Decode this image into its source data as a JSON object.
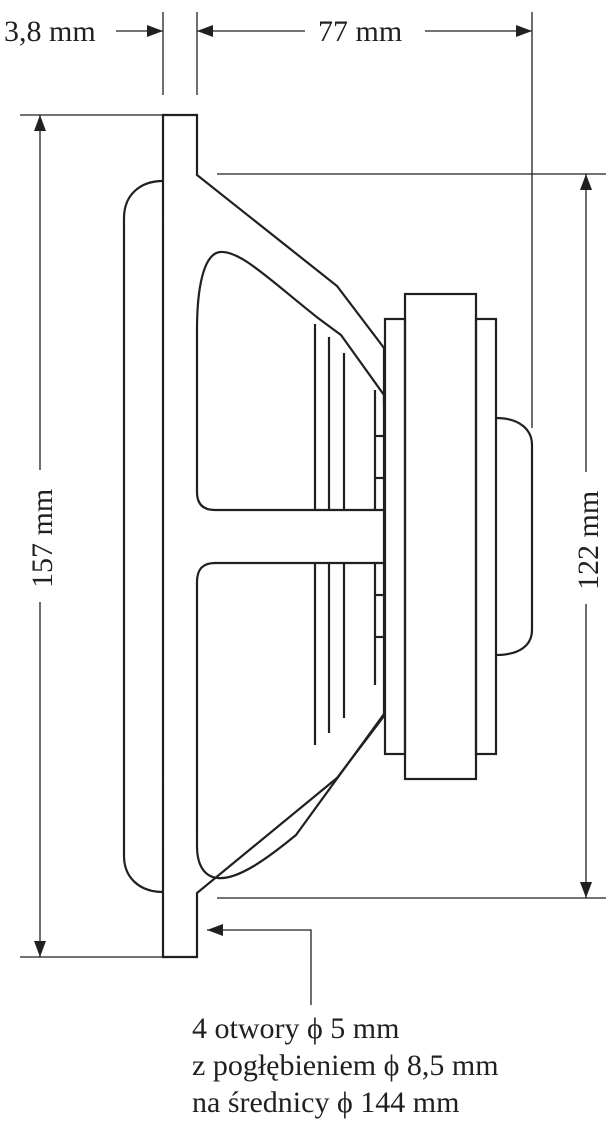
{
  "diagram": {
    "type": "technical-drawing",
    "subject": "loudspeaker side view with dimensions",
    "stroke_color": "#231f20",
    "background": "#ffffff"
  },
  "dimensions": {
    "flange_thickness": "3,8 mm",
    "mounting_depth": "77 mm",
    "overall_height": "157 mm",
    "cutout_height": "122 mm"
  },
  "note": {
    "line1": "4 otwory ϕ 5 mm",
    "line2": "z pogłębieniem ϕ 8,5 mm",
    "line3": "na średnicy ϕ 144 mm"
  }
}
